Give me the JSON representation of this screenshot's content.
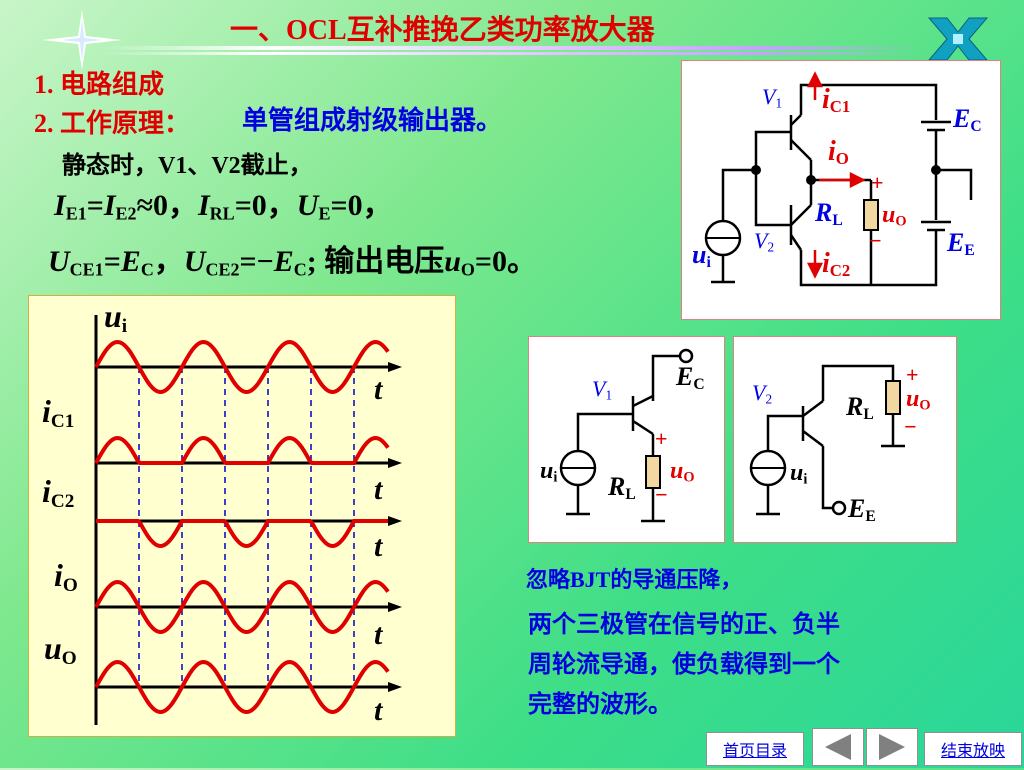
{
  "header": {
    "title": "一、OCL互补推挽乙类功率放大器"
  },
  "outline": {
    "item1": "1.  电路组成",
    "item2": "2.  工作原理：",
    "item2_note": "单管组成射级输出器。"
  },
  "body": {
    "static_line": "静态时，V1、V2截止，",
    "eq1": "I_E1=I_E2≈0，I_RL=0，U_E=0，",
    "eq2": "U_CE1=E_C，U_CE2=−E_C; 输出电压u_O=0。"
  },
  "circuit_main": {
    "V1": "V",
    "V1_sub": "1",
    "V2": "V",
    "V2_sub": "2",
    "iC1": "i",
    "iC1_sub": "C1",
    "iO": "i",
    "iO_sub": "O",
    "iC2": "i",
    "iC2_sub": "C2",
    "EC": "E",
    "EC_sub": "C",
    "EE": "E",
    "EE_sub": "E",
    "RL": "R",
    "RL_sub": "L",
    "uO": "u",
    "uO_sub": "O",
    "ui": "u",
    "ui_sub": "i",
    "plus": "+",
    "minus": "−"
  },
  "waveforms": {
    "labels": [
      {
        "main": "u",
        "sub": "i"
      },
      {
        "main": "i",
        "sub": "C1"
      },
      {
        "main": "i",
        "sub": "C2"
      },
      {
        "main": "i",
        "sub": "O"
      },
      {
        "main": "u",
        "sub": "O"
      }
    ],
    "t_label": "t"
  },
  "circuit_v1": {
    "V1": "V",
    "V1_sub": "1",
    "EC": "E",
    "EC_sub": "C",
    "ui": "u",
    "ui_sub": "i",
    "RL": "R",
    "RL_sub": "L",
    "uO": "u",
    "uO_sub": "O",
    "plus": "+",
    "minus": "−"
  },
  "circuit_v2": {
    "V2": "V",
    "V2_sub": "2",
    "RL": "R",
    "RL_sub": "L",
    "uO": "u",
    "uO_sub": "O",
    "ui": "u",
    "ui_sub": "i",
    "EE": "E",
    "EE_sub": "E",
    "plus": "+",
    "minus": "−"
  },
  "notes": {
    "line1": "忽略BJT的导通压降，",
    "line2": "两个三极管在信号的正、负半",
    "line3": "周轮流导通，使负载得到一个",
    "line4": "完整的波形。"
  },
  "nav": {
    "home": "首页目录",
    "end": "结束放映"
  },
  "colors": {
    "accent_red": "#e00000",
    "accent_blue": "#0000e0",
    "wave_red": "#e00000",
    "dashed_blue": "#0000c0"
  }
}
